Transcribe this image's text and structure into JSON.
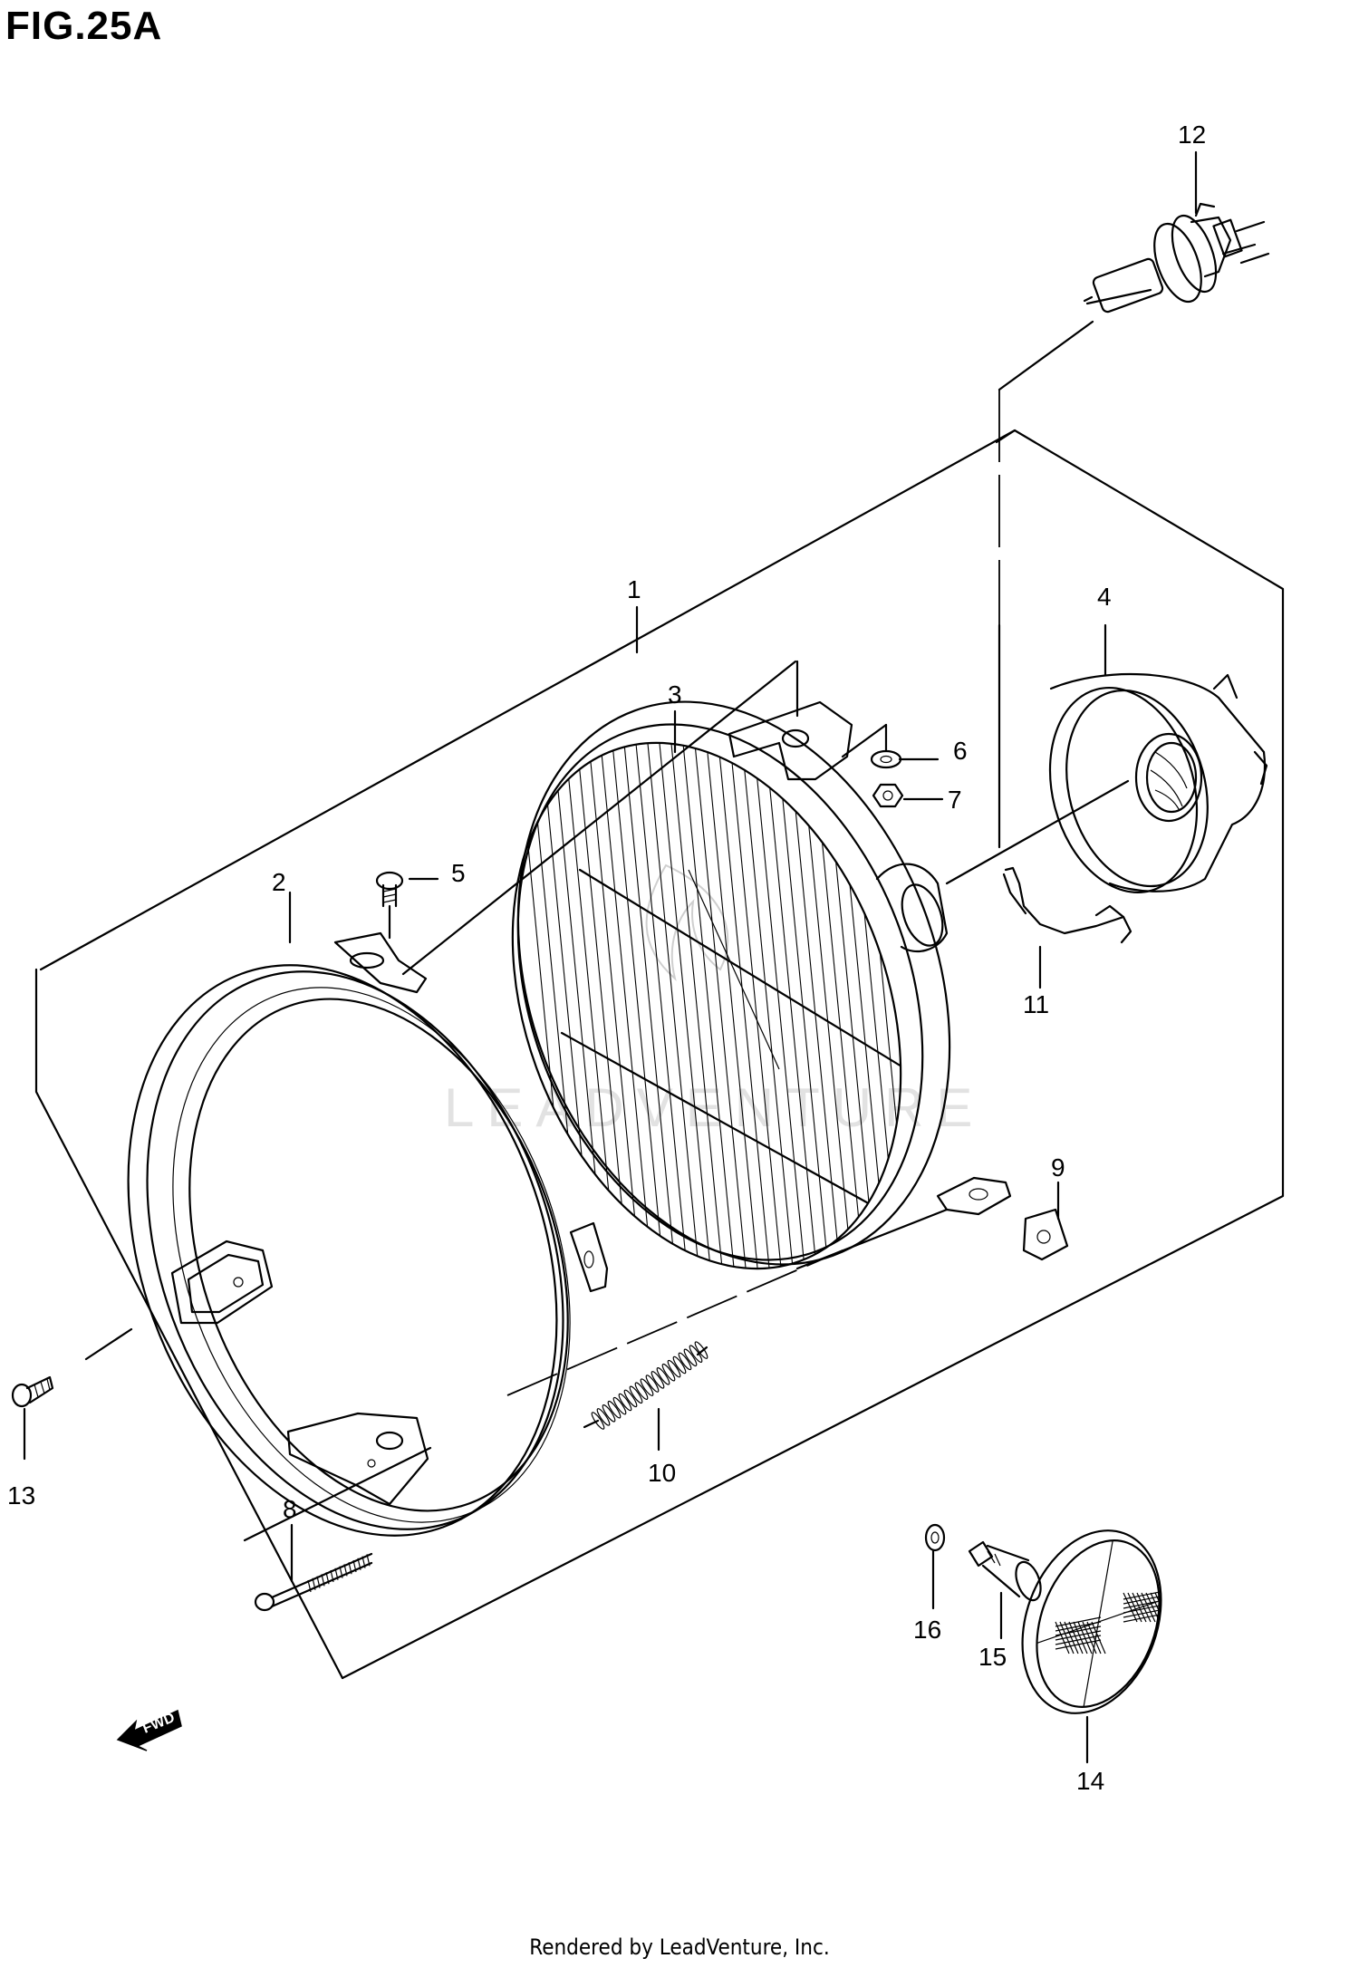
{
  "figure_title": "FIG.25A",
  "footer": "Rendered by LeadVenture, Inc.",
  "watermark": "LEADVENTURE",
  "fwd_label": "FWD",
  "callouts": {
    "c1": "1",
    "c2": "2",
    "c3": "3",
    "c4": "4",
    "c5": "5",
    "c6": "6",
    "c7": "7",
    "c8": "8",
    "c9": "9",
    "c10": "10",
    "c11": "11",
    "c12": "12",
    "c13": "13",
    "c14": "14",
    "c15": "15",
    "c16": "16"
  },
  "parts": [
    {
      "name": "headlight-unit-assembly",
      "callout": "1"
    },
    {
      "name": "headlight-rim",
      "callout": "2"
    },
    {
      "name": "lens-reflector",
      "callout": "3"
    },
    {
      "name": "bulb-socket-cover",
      "callout": "4"
    },
    {
      "name": "rim-screw",
      "callout": "5"
    },
    {
      "name": "washer",
      "callout": "6"
    },
    {
      "name": "nut",
      "callout": "7"
    },
    {
      "name": "adjusting-screw",
      "callout": "8"
    },
    {
      "name": "clip-nut",
      "callout": "9"
    },
    {
      "name": "spring",
      "callout": "10"
    },
    {
      "name": "bulb-spring-clip",
      "callout": "11"
    },
    {
      "name": "halogen-bulb",
      "callout": "12"
    },
    {
      "name": "screw",
      "callout": "13"
    },
    {
      "name": "reflex-reflector",
      "callout": "14"
    },
    {
      "name": "reflector-stud",
      "callout": "15"
    },
    {
      "name": "small-washer",
      "callout": "16"
    }
  ]
}
